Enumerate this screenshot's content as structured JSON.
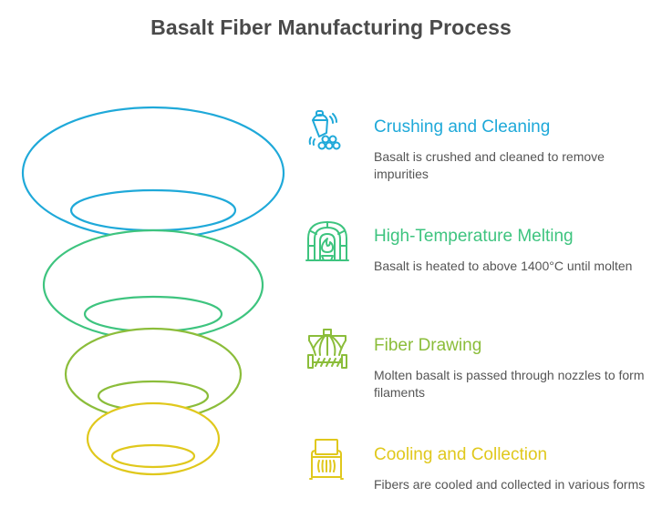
{
  "title": "Basalt Fiber Manufacturing Process",
  "colors": {
    "step1": "#1fa9d9",
    "step2": "#3ec47f",
    "step3": "#8bbd3a",
    "step4": "#e0c81c",
    "title": "#4a4a4a",
    "description": "#555555"
  },
  "steps": [
    {
      "icon": "crushing-icon",
      "heading": "Crushing and Cleaning",
      "description": "Basalt is crushed and cleaned to remove impurities"
    },
    {
      "icon": "furnace-icon",
      "heading": "High-Temperature Melting",
      "description": "Basalt is heated to above 1400°C until molten"
    },
    {
      "icon": "fiber-drawing-icon",
      "heading": "Fiber Drawing",
      "description": "Molten basalt is passed through nozzles to form filaments"
    },
    {
      "icon": "collection-bin-icon",
      "heading": "Cooling and Collection",
      "description": "Fibers are cooled and collected in various forms"
    }
  ]
}
